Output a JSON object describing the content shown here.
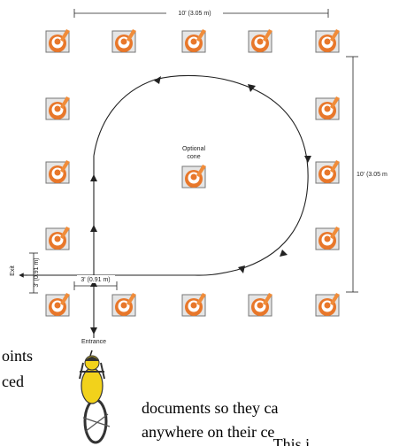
{
  "dimensions": {
    "top_width": "10' (3.05 m)",
    "right_height": "10' (3.05 m",
    "entry_gap": "3' (0.91 m)",
    "exit_gap": "3' (0.91 m)"
  },
  "labels": {
    "optional_cone": [
      "Optional",
      "cone"
    ],
    "exit": "Exit",
    "entrance": "Entrance"
  },
  "body_text": {
    "left_line1": "oints",
    "left_line2": "ced",
    "right_line1": "documents so they ca",
    "right_line2": "anywhere on their ce",
    "right_line3": ". This i"
  },
  "colors": {
    "cone_orange": "#e8772a",
    "cone_stripe": "#ffffff",
    "tile_border": "#777777",
    "line": "#222222",
    "cyclist_yellow": "#f2d21b"
  },
  "icons": [
    "traffic-cone-icon",
    "cyclist-icon"
  ]
}
